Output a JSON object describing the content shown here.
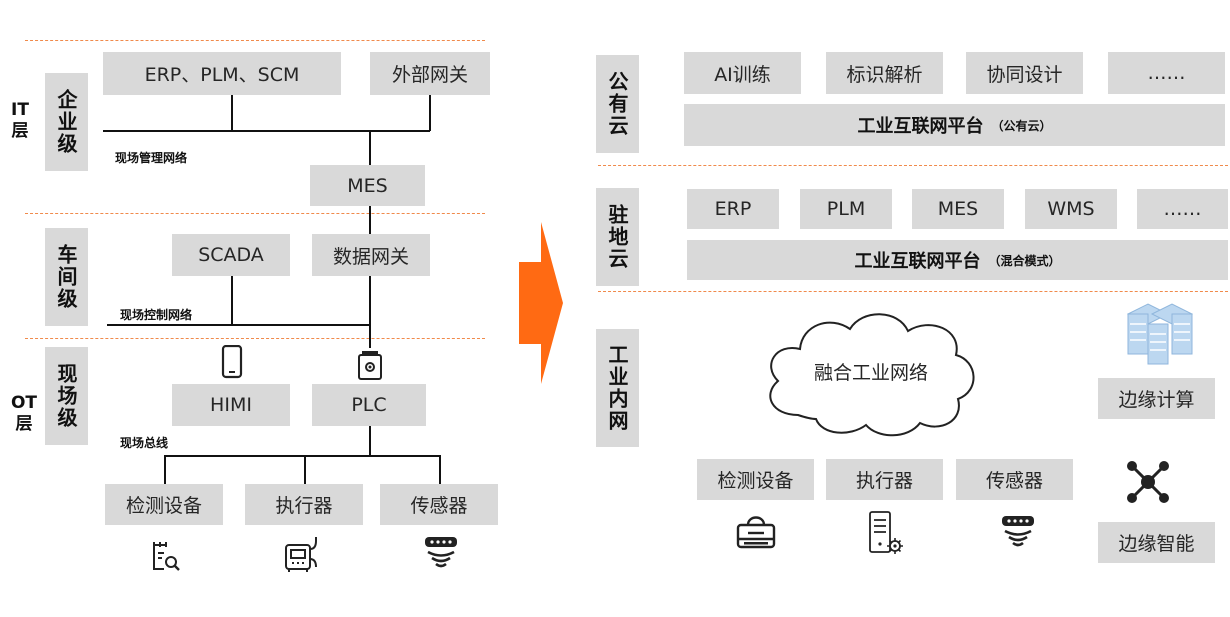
{
  "left": {
    "layers": {
      "it": "IT\n层",
      "ot": "OT\n层"
    },
    "levels": {
      "enterprise": "企业级",
      "workshop": "车间级",
      "field": "现场级"
    },
    "networks": {
      "mgmt": "现场管理网络",
      "control": "现场控制网络",
      "bus": "现场总线"
    },
    "boxes": {
      "erp_plm_scm": "ERP、PLM、SCM",
      "ext_gateway": "外部网关",
      "mes": "MES",
      "scada": "SCADA",
      "data_gateway": "数据网关",
      "himi": "HIMI",
      "plc": "PLC",
      "detect": "检测设备",
      "actuator": "执行器",
      "sensor": "传感器"
    }
  },
  "right": {
    "levels": {
      "public_cloud": "公有云",
      "onsite_cloud": "驻地云",
      "intranet": "工业内网"
    },
    "public_apps": [
      "AI训练",
      "标识解析",
      "协同设计",
      "……"
    ],
    "public_platform": {
      "name": "工业互联网平台",
      "mode": "（公有云）"
    },
    "onsite_apps": [
      "ERP",
      "PLM",
      "MES",
      "WMS",
      "……"
    ],
    "onsite_platform": {
      "name": "工业互联网平台",
      "mode": "（混合模式）"
    },
    "cloud_label": "融合工业网络",
    "edge_compute": "边缘计算",
    "edge_intel": "边缘智能",
    "devices": [
      "检测设备",
      "执行器",
      "传感器"
    ]
  },
  "colors": {
    "box_fill": "#d9d9d9",
    "dash": "#f08a4b",
    "arrow": "#ff6a13",
    "line": "#111111"
  },
  "icons": [
    "phone-icon",
    "plc-chip-icon",
    "inspect-doc-icon",
    "actuator-icon",
    "sensor-signal-icon",
    "arrow-right-icon",
    "server-cluster-icon",
    "hub-network-icon",
    "scanner-icon",
    "server-gear-icon"
  ]
}
